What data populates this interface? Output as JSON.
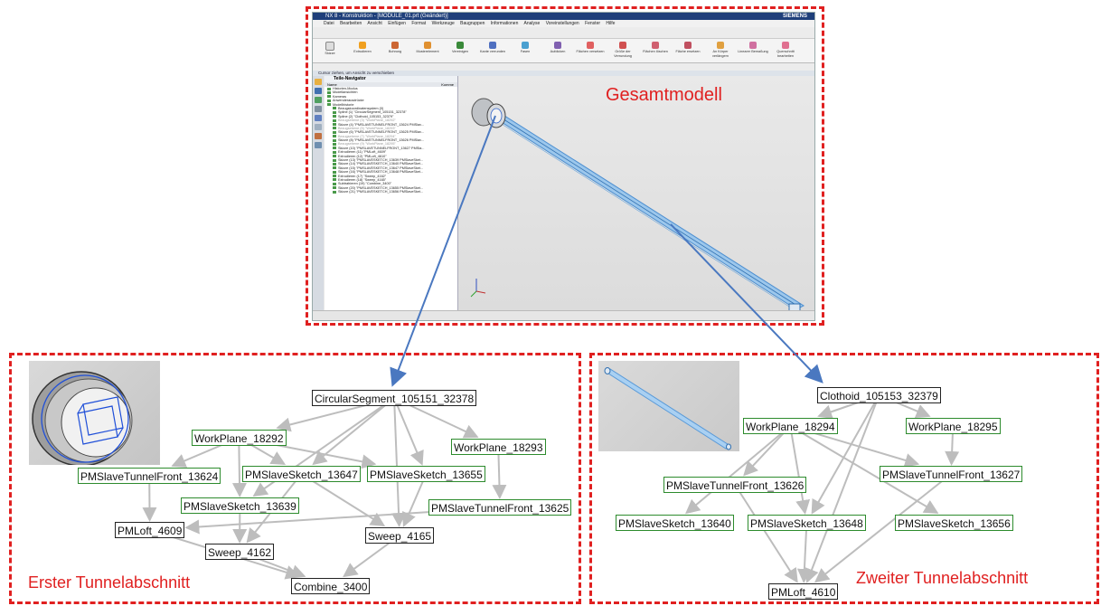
{
  "labels": {
    "gesamtmodell": "Gesamtmodell",
    "erster": "Erster Tunnelabschnitt",
    "zweiter": "Zweiter Tunnelabschnitt"
  },
  "colors": {
    "annotation_red": "#e02020",
    "arrow_blue": "#4a78c0",
    "node_border_green": "#2d8b2d",
    "node_border_dark": "#222222",
    "edge_gray": "#bdbdbd"
  },
  "cad_window": {
    "title": "NX 8 - Konstruktion - [MODULE_01.prt (Geändert)]",
    "brand": "SIEMENS",
    "menu": [
      "Datei",
      "Bearbeiten",
      "Ansicht",
      "Einfügen",
      "Format",
      "Werkzeuge",
      "Baugruppen",
      "Informationen",
      "Analyse",
      "Voreinstellungen",
      "Fenster",
      "Hilfe"
    ],
    "ribbon": [
      "Skizze",
      "Extrudieren",
      "Bohrung",
      "Musterelement",
      "Vereinigen",
      "Kante verrunden",
      "Fasen",
      "Aufdicken",
      "Flächen versetzen",
      "Größe der Verrundung",
      "Flächen löschen",
      "Fläche ersetzen",
      "An Körper verlängern",
      "Linearer Bemaßung",
      "Querschnitt bearbeiten"
    ],
    "status": "Cursor ziehen, um Ansicht zu verschieben",
    "nav_title": "Teile-Navigator",
    "nav_col_name": "Name",
    "nav_col_comment": "Komme",
    "nav_rows": [
      "Historien-Modus",
      "Modellansichten",
      "Kameras",
      "Anwenderausdrücke",
      "Modellhistorie",
      "Bezugskoordinatensystem (0)",
      "Spline (1) \"CircularSegment_105151_32378\"",
      "Spline (2) \"Clothoid_105153_32379\"",
      "Bezugsebene (3) \"WorkPlane_18292\"",
      "Skizze (4) \"PMSLAVETUNNELFRONT_13624 PMSlav...",
      "Bezugsebene (5) \"WorkPlane_18293\"",
      "Skizze (6) \"PMSLAVETUNNELFRONT_13625 PMSlav...",
      "Bezugsebene (7) \"WorkPlane_18294\"",
      "Skizze (8) \"PMSLAVETUNNELFRONT_13626 PMSlav...",
      "Bezugsebene (9) \"WorkPlane_18295\"",
      "Skizze (10) \"PMSLAVETUNNELFRONT_13627 PMSla...",
      "Extrudieren (11) \"PMLoft_4609\"",
      "Extrudieren (12) \"PMLoft_4610\"",
      "Skizze (13) \"PMSLAVESKETCH_13639 PMSlaveSket...",
      "Skizze (14) \"PMSLAVESKETCH_13640 PMSlaveSket...",
      "Skizze (15) \"PMSLAVESKETCH_13647 PMSlaveSket...",
      "Skizze (16) \"PMSLAVESKETCH_13648 PMSlaveSket...",
      "Extrudieren (17) \"Sweep_4162\"",
      "Extrudieren (18) \"Sweep_4165\"",
      "Subtrahieren (19) \"Combine_3400\"",
      "Skizze (20) \"PMSLAVESKETCH_13655 PMSlaveSket...",
      "Skizze (21) \"PMSLAVESKETCH_13656 PMSlaveSket..."
    ]
  },
  "graph1": {
    "nodes": [
      {
        "id": "cs",
        "label": "CircularSegment_105151_32378",
        "style": "dark"
      },
      {
        "id": "wp92",
        "label": "WorkPlane_18292",
        "style": "green"
      },
      {
        "id": "wp93",
        "label": "WorkPlane_18293",
        "style": "green"
      },
      {
        "id": "tf24",
        "label": "PMSlaveTunnelFront_13624",
        "style": "green"
      },
      {
        "id": "sk47",
        "label": "PMSlaveSketch_13647",
        "style": "green"
      },
      {
        "id": "sk55",
        "label": "PMSlaveSketch_13655",
        "style": "green"
      },
      {
        "id": "sk39",
        "label": "PMSlaveSketch_13639",
        "style": "green"
      },
      {
        "id": "tf25",
        "label": "PMSlaveTunnelFront_13625",
        "style": "green"
      },
      {
        "id": "lo09",
        "label": "PMLoft_4609",
        "style": "dark"
      },
      {
        "id": "sw65",
        "label": "Sweep_4165",
        "style": "dark"
      },
      {
        "id": "sw62",
        "label": "Sweep_4162",
        "style": "dark"
      },
      {
        "id": "cb",
        "label": "Combine_3400",
        "style": "dark"
      }
    ]
  },
  "graph2": {
    "nodes": [
      {
        "id": "cl",
        "label": "Clothoid_105153_32379",
        "style": "dark"
      },
      {
        "id": "wp94",
        "label": "WorkPlane_18294",
        "style": "green"
      },
      {
        "id": "wp95",
        "label": "WorkPlane_18295",
        "style": "green"
      },
      {
        "id": "tf26",
        "label": "PMSlaveTunnelFront_13626",
        "style": "green"
      },
      {
        "id": "tf27",
        "label": "PMSlaveTunnelFront_13627",
        "style": "green"
      },
      {
        "id": "sk40",
        "label": "PMSlaveSketch_13640",
        "style": "green"
      },
      {
        "id": "sk48",
        "label": "PMSlaveSketch_13648",
        "style": "green"
      },
      {
        "id": "sk56",
        "label": "PMSlaveSketch_13656",
        "style": "green"
      },
      {
        "id": "lo10",
        "label": "PMLoft_4610",
        "style": "dark"
      }
    ]
  }
}
